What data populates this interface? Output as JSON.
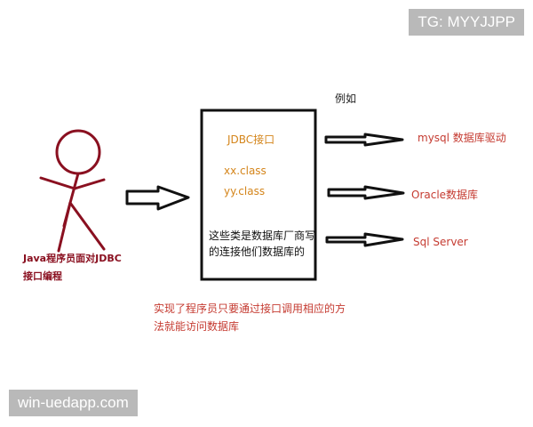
{
  "watermarks": {
    "top": "TG: MYYJJPP",
    "bottom": "win-uedapp.com"
  },
  "diagram": {
    "example_label": "例如",
    "jdbc_box": {
      "title": "JDBC接口",
      "class_1": "xx.class",
      "class_2": "yy.class",
      "note": "这些类是数据库厂商写的连接他们数据库的"
    },
    "java_caption": "Java程序员面对JDBC接口编程",
    "targets": [
      "mysql 数据库驱动",
      "Oracle数据库",
      "Sql Server"
    ],
    "summary": "实现了程序员只要通过接口调用相应的方法就能访问数据库"
  },
  "colors": {
    "stick_figure": "#8a1020",
    "box_border": "#111111",
    "class_text": "#d4851b",
    "target_text": "#c53b31",
    "watermark_bg": "#b9b9b9"
  }
}
